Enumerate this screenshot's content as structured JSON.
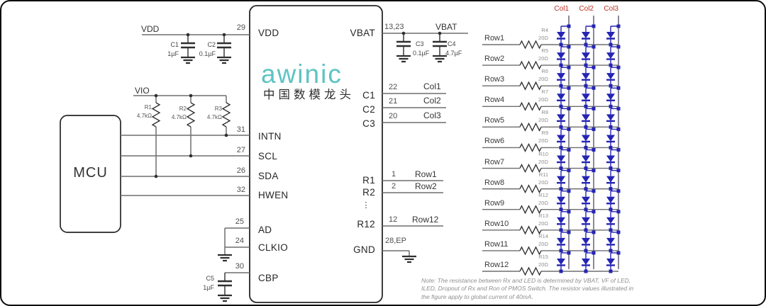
{
  "brand": {
    "logo": "awinic",
    "tagline": "中国数模龙头"
  },
  "mcu": {
    "label": "MCU"
  },
  "ic": {
    "left_pins": [
      {
        "label": "VDD",
        "number": "29"
      },
      {
        "label": "INTN",
        "number": "31"
      },
      {
        "label": "SCL",
        "number": "27"
      },
      {
        "label": "SDA",
        "number": "26"
      },
      {
        "label": "HWEN",
        "number": "32"
      },
      {
        "label": "AD",
        "number": "25"
      },
      {
        "label": "CLKIO",
        "number": "24"
      },
      {
        "label": "CBP",
        "number": "30"
      }
    ],
    "right_pins": [
      {
        "label": "VBAT",
        "number": "13,23",
        "net": "VBAT"
      },
      {
        "label": "C1",
        "number": "22",
        "net": "Col1"
      },
      {
        "label": "C2",
        "number": "21",
        "net": "Col2"
      },
      {
        "label": "C3",
        "number": "20",
        "net": "Col3"
      },
      {
        "label": "R1",
        "number": "1",
        "net": "Row1"
      },
      {
        "label": "R2",
        "number": "2",
        "net": "Row2"
      },
      {
        "label": "R12",
        "number": "12",
        "net": "Row12"
      },
      {
        "label": "GND",
        "number": "28,EP"
      }
    ],
    "ellipsis": "⋮"
  },
  "nets": {
    "vdd": "VDD",
    "vio": "VIO",
    "vbat": "VBAT"
  },
  "components": {
    "c1": {
      "ref": "C1",
      "value": "1µF"
    },
    "c2": {
      "ref": "C2",
      "value": "0.1µF"
    },
    "c3": {
      "ref": "C3",
      "value": "0.1µF"
    },
    "c4": {
      "ref": "C4",
      "value": "4.7µF"
    },
    "c5": {
      "ref": "C5",
      "value": "1µF"
    },
    "r1": {
      "ref": "R1",
      "value": "4.7kΩ"
    },
    "r2": {
      "ref": "R2",
      "value": "4.7kΩ"
    },
    "r3": {
      "ref": "R3",
      "value": "4.7kΩ"
    }
  },
  "matrix": {
    "columns": [
      "Col1",
      "Col2",
      "Col3"
    ],
    "rows": [
      {
        "label": "Row1",
        "res_ref": "R4",
        "res_value": "20Ω"
      },
      {
        "label": "Row2",
        "res_ref": "R5",
        "res_value": "20Ω"
      },
      {
        "label": "Row3",
        "res_ref": "R6",
        "res_value": "20Ω"
      },
      {
        "label": "Row4",
        "res_ref": "R7",
        "res_value": "20Ω"
      },
      {
        "label": "Row5",
        "res_ref": "R8",
        "res_value": "20Ω"
      },
      {
        "label": "Row6",
        "res_ref": "R9",
        "res_value": "20Ω"
      },
      {
        "label": "Row7",
        "res_ref": "R10",
        "res_value": "20Ω"
      },
      {
        "label": "Row8",
        "res_ref": "R11",
        "res_value": "20Ω"
      },
      {
        "label": "Row9",
        "res_ref": "R12",
        "res_value": "20Ω"
      },
      {
        "label": "Row10",
        "res_ref": "R13",
        "res_value": "20Ω"
      },
      {
        "label": "Row11",
        "res_ref": "R14",
        "res_value": "20Ω"
      },
      {
        "label": "Row12",
        "res_ref": "R15",
        "res_value": "20Ω"
      }
    ]
  },
  "note": {
    "lines": [
      "Note: The resistance between Rx and LED is determined by VBAT, VF of LED,",
      "ILED, Dropout of Rx and Ron of PMOS Switch. The resistor values illustrated in",
      "the figure apply to global current of 40mA."
    ]
  },
  "colors": {
    "logo_teal": "#5ec3c3",
    "led_blue": "#2424b4",
    "col_label_red": "#bf2e1f"
  }
}
